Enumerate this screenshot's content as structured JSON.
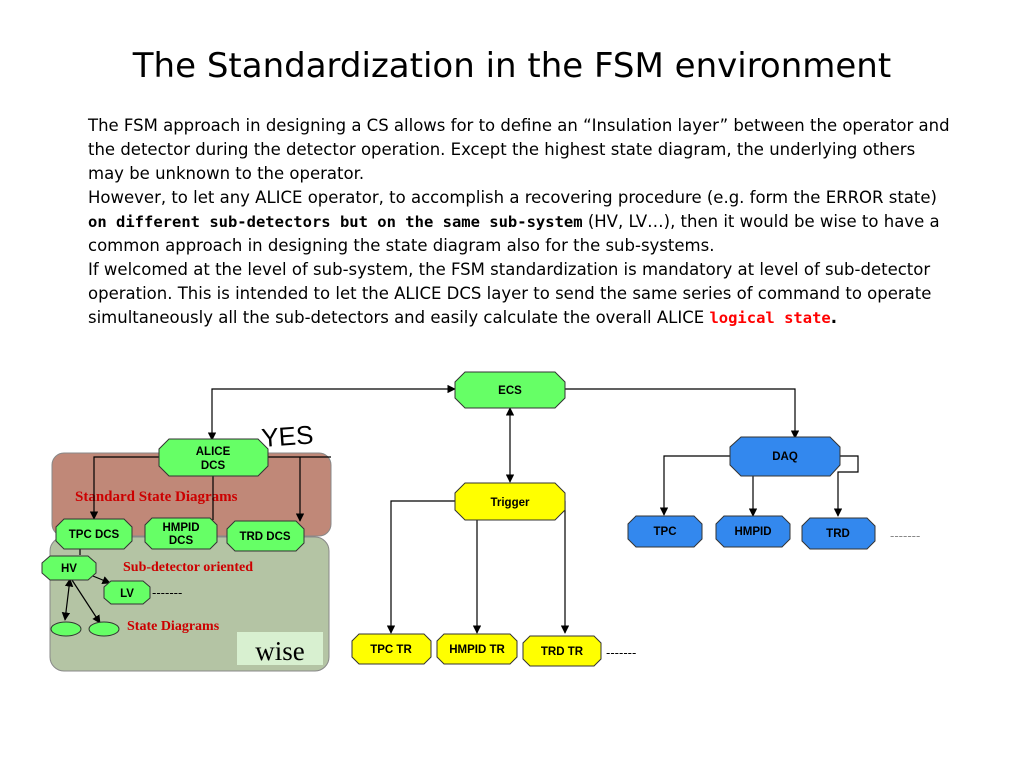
{
  "title": "The Standardization in the FSM environment",
  "paragraphs": {
    "p1": "The FSM approach in designing a CS allows for to define an “Insulation layer” between the operator and the detector during the detector operation. Except the highest state diagram, the underlying others may be unknown to the operator.",
    "p2_a": "However, to let any ALICE operator, to accomplish a recovering procedure (e.g. form the ERROR state) ",
    "p2_bold": "on different sub-detectors but on the same sub-system",
    "p2_b": " (HV, LV…), then it would be wise to have a common approach in designing the state diagram also for the sub-systems.",
    "p3_a": " If welcomed at the level of sub-system, the FSM standardization is mandatory at level of sub-detector operation. This is intended to let the ALICE DCS layer to send the same series of command to operate simultaneously all the sub-detectors and  easily calculate the overall ALICE ",
    "p3_red": "logical state",
    "p3_end": "."
  },
  "diagram": {
    "yes_label": "YES",
    "wise_label": "wise",
    "standard_box_label": "Standard State Diagrams",
    "subdetector_label": "Sub-detector oriented",
    "state_diagrams_label": "State Diagrams",
    "ellipsis": "-------",
    "nodes": {
      "ecs": "ECS",
      "alice_dcs_1": "ALICE",
      "alice_dcs_2": "DCS",
      "trigger": "Trigger",
      "daq": "DAQ",
      "tpc_dcs": "TPC DCS",
      "hmpid_dcs_1": "HMPID",
      "hmpid_dcs_2": "DCS",
      "trd_dcs": "TRD DCS",
      "hv": "HV",
      "lv": "LV",
      "tpc_tr": "TPC TR",
      "hmpid_tr": "HMPID TR",
      "trd_tr": "TRD TR",
      "tpc": "TPC",
      "hmpid": "HMPID",
      "trd": "TRD"
    },
    "colors": {
      "green": "#66ff66",
      "yellow": "#ffff00",
      "blue": "#3388ee",
      "brown_panel": "#c08878",
      "green_panel": "#b4c4a4",
      "red_text": "#cc0000"
    }
  }
}
